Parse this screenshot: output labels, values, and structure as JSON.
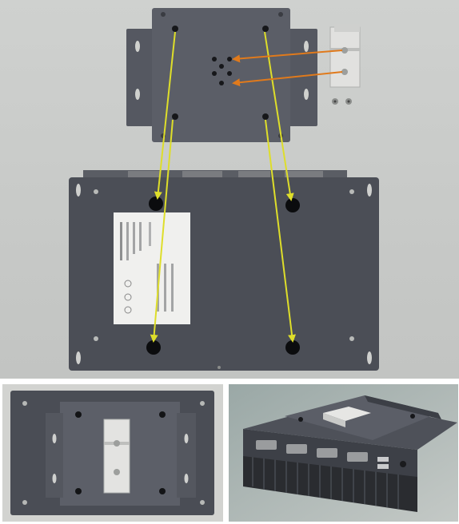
{
  "figure": {
    "panels": [
      {
        "id": "exploded-view",
        "description_key": "mounting-plate-and-din-rail-over-box-pc-base"
      },
      {
        "id": "assembled-underside",
        "description_key": "plate-mounted-on-base"
      },
      {
        "id": "assembled-perspective",
        "description_key": "box-pc-with-plate-and-rail"
      }
    ],
    "colors": {
      "metal_dark": "#4c4f57",
      "metal_plate": "#5d6069",
      "background_top": "#c9cbc9",
      "arrow_yellow": "#dede2a",
      "arrow_orange": "#e07a1c",
      "din_rail": "#dcdcdc",
      "label_sticker": "#f0f0ee"
    },
    "icons": [
      "yellow-arrow-icon",
      "orange-arrow-icon",
      "screw-icon"
    ]
  }
}
